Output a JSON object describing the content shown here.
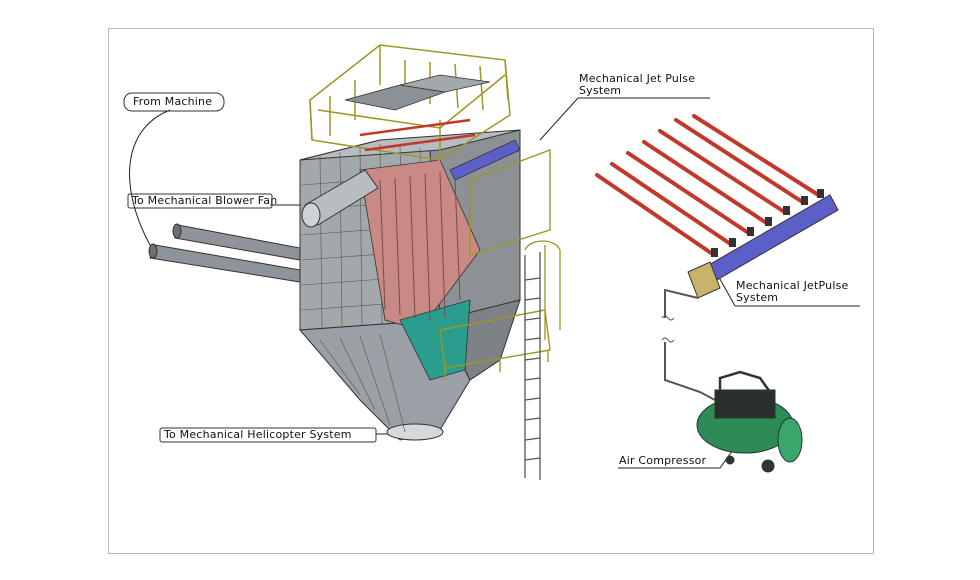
{
  "diagram": {
    "labels": {
      "from_machine": "From Machine",
      "to_blower_fan": "To Mechanical Blower Fan",
      "to_helicopter": "To Mechanical Helicopter System",
      "jet_pulse_top_line1": "Mechanical Jet Pulse",
      "jet_pulse_top_line2": "System",
      "jet_pulse_right_line1": "Mechanical JetPulse",
      "jet_pulse_right_line2": "System",
      "air_compressor": "Air Compressor"
    },
    "colors": {
      "steel": "#9aa0a6",
      "steel_dark": "#5f6368",
      "railing": "#c9c23a",
      "filter_bags": "#c98a86",
      "hopper_teal": "#2a9d8f",
      "pulse_pipes": "#c0392b",
      "header_blue": "#5b5fc7",
      "compressor_green": "#2e8b57"
    }
  }
}
